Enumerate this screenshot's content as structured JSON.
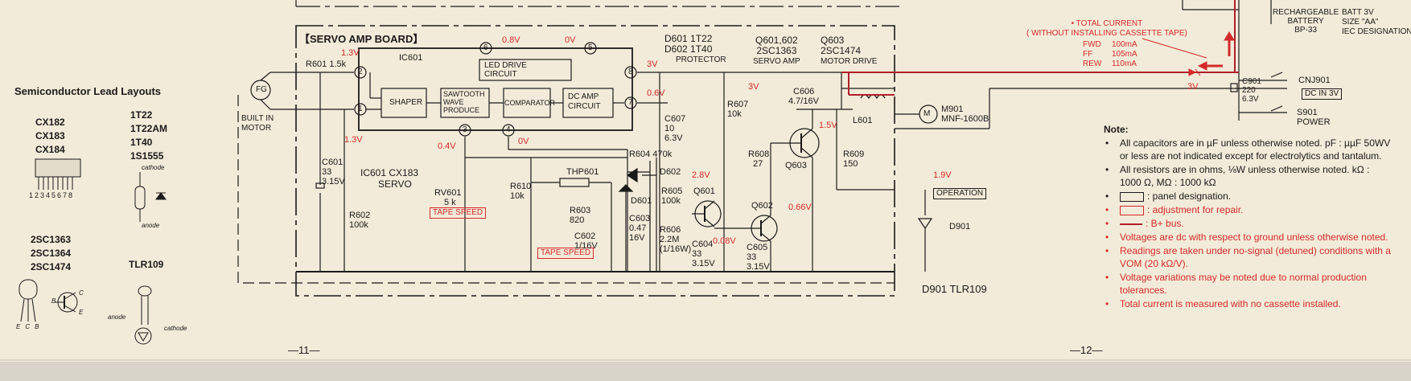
{
  "left_panel": {
    "title": "Semiconductor Lead Layouts",
    "group1": [
      "CX182",
      "CX183",
      "CX184"
    ],
    "group2": [
      "1T22",
      "1T22AM",
      "1T40",
      "1S1555"
    ],
    "pin_numbers": "12345678",
    "diode_cathode": "cathode",
    "diode_anode": "anode",
    "group3": [
      "2SC1363",
      "2SC1364",
      "2SC1474"
    ],
    "group4": "TLR109",
    "pins_ecb": [
      "E",
      "C",
      "B"
    ],
    "pins_bce": [
      "B",
      "C",
      "E"
    ],
    "led_anode": "anode",
    "led_cathode": "cathode"
  },
  "schematic": {
    "board_title": "【SERVO AMP BOARD】",
    "fg": "FG",
    "built_in_motor": [
      "BUILT IN",
      "MOTOR"
    ],
    "ic601": "IC601",
    "ic601_desc": [
      "IC601 CX183",
      "SERVO"
    ],
    "blocks": {
      "shaper": "SHAPER",
      "sawtooth": [
        "SAWTOOTH",
        "WAVE",
        "PRODUCE"
      ],
      "comparator": "COMPARATOR",
      "dc_amp": [
        "DC AMP",
        "CIRCUIT"
      ],
      "led_drive": [
        "LED DRIVE",
        "CIRCUIT"
      ]
    },
    "pins": [
      "1",
      "2",
      "3",
      "4",
      "5",
      "6",
      "7",
      "8"
    ],
    "voltages": {
      "v_pin2": "1.3V",
      "v_pin1": "1.3V",
      "v_pin6": "0.8V",
      "v_pin5": "0V",
      "v_pin8": "3V",
      "v_pin7": "0.6V",
      "v_pin3": "0.4V",
      "v_pin4": "0V",
      "v_q601": "2.8V",
      "v_q601e": "0.08V",
      "v_q602": "0.66V",
      "v_q603": "1.5V",
      "v_3v_a": "3V",
      "v_op": "1.9V",
      "v_3v_b": "3V"
    },
    "headers": {
      "diodes": [
        "D601  1T22",
        "D602  1T40",
        "PROTECTOR"
      ],
      "servo_amp": [
        "Q601,602",
        "2SC1363",
        "SERVO AMP"
      ],
      "motor_drive": [
        "Q603",
        "2SC1474",
        "MOTOR DRIVE"
      ]
    },
    "parts": {
      "r601": "R601 1.5k",
      "c601": [
        "C601",
        "33",
        "3.15V"
      ],
      "r602": [
        "R602",
        "100k"
      ],
      "rv601": [
        "RV601",
        "5 k"
      ],
      "tape_speed_1": "TAPE SPEED",
      "tape_speed_2": "TAPE SPEED",
      "r610": [
        "R610",
        "10k"
      ],
      "thp601": "THP601",
      "r603": [
        "R603",
        "820"
      ],
      "c602": [
        "C602",
        "1/16V"
      ],
      "r604": "R604  470k",
      "d602": "D602",
      "d601": "D601",
      "r605": [
        "R605",
        "100k"
      ],
      "c603": [
        "C603",
        "0.47",
        "16V"
      ],
      "r606": [
        "R606",
        "2.2M",
        "(1/16W)"
      ],
      "c604": [
        "C604",
        "33",
        "3.15V"
      ],
      "c605": [
        "C605",
        "33",
        "3.15V"
      ],
      "c607": [
        "C607",
        "10",
        "6.3V"
      ],
      "r607": [
        "R607",
        "10k"
      ],
      "q601": "Q601",
      "q602": "Q602",
      "r608": [
        "R608",
        "27"
      ],
      "q603": "Q603",
      "c606": [
        "C606",
        "4.7/16V"
      ],
      "l601": "L601",
      "r609": [
        "R609",
        "150"
      ],
      "m901": [
        "M901",
        "MNF-1600B"
      ],
      "operation": "OPERATION",
      "d901": "D901",
      "d901_tlr": "D901  TLR109"
    },
    "page_left": "—11—",
    "page_right": "—12—"
  },
  "right_panel": {
    "total_current": [
      "• TOTAL CURRENT",
      "( WITHOUT INSTALLING CASSETTE TAPE)"
    ],
    "currents": [
      [
        "FWD",
        "100mA"
      ],
      [
        "FF",
        "105mA"
      ],
      [
        "REW",
        "110mA"
      ]
    ],
    "battery": [
      "RECHARGEABLE",
      "BATTERY",
      "BP-33"
    ],
    "batt": [
      "BATT 3V",
      "SIZE \"AA\"",
      "IEC DESIGNATION"
    ],
    "v3": "3V",
    "c901": [
      "C901",
      "220",
      "6.3V"
    ],
    "cnj901": "CNJ901",
    "dc_in": "DC IN 3V",
    "s901": [
      "S901",
      "POWER"
    ]
  },
  "notes": {
    "title": "Note:",
    "items": [
      {
        "text": "All capacitors are in µF unless otherwise noted. pF : µµF 50WV or less are not indicated except for electrolytics and tantalum.",
        "color": "black"
      },
      {
        "text": "All resistors are in ohms, ⅛W unless otherwise noted. kΩ : 1000 Ω, MΩ : 1000 kΩ",
        "color": "black"
      },
      {
        "text": ": panel designation.",
        "color": "black"
      },
      {
        "text": ": adjustment for repair.",
        "color": "red"
      },
      {
        "text": ": B+ bus.",
        "color": "red"
      },
      {
        "text": "Voltages are dc with respect to ground unless otherwise noted.",
        "color": "red"
      },
      {
        "text": "Readings are taken under no-signal (detuned) conditions with a VOM (20 kΩ/V).",
        "color": "red"
      },
      {
        "text": "Voltage variations may be noted due to normal production tolerances.",
        "color": "red"
      },
      {
        "text": "Total current is measured with no cassette installed.",
        "color": "red"
      }
    ]
  },
  "colors": {
    "paper": "#f3ebd9",
    "ink": "#1a1a1a",
    "red": "#d42a2a",
    "bplus": "#b01f2a"
  }
}
